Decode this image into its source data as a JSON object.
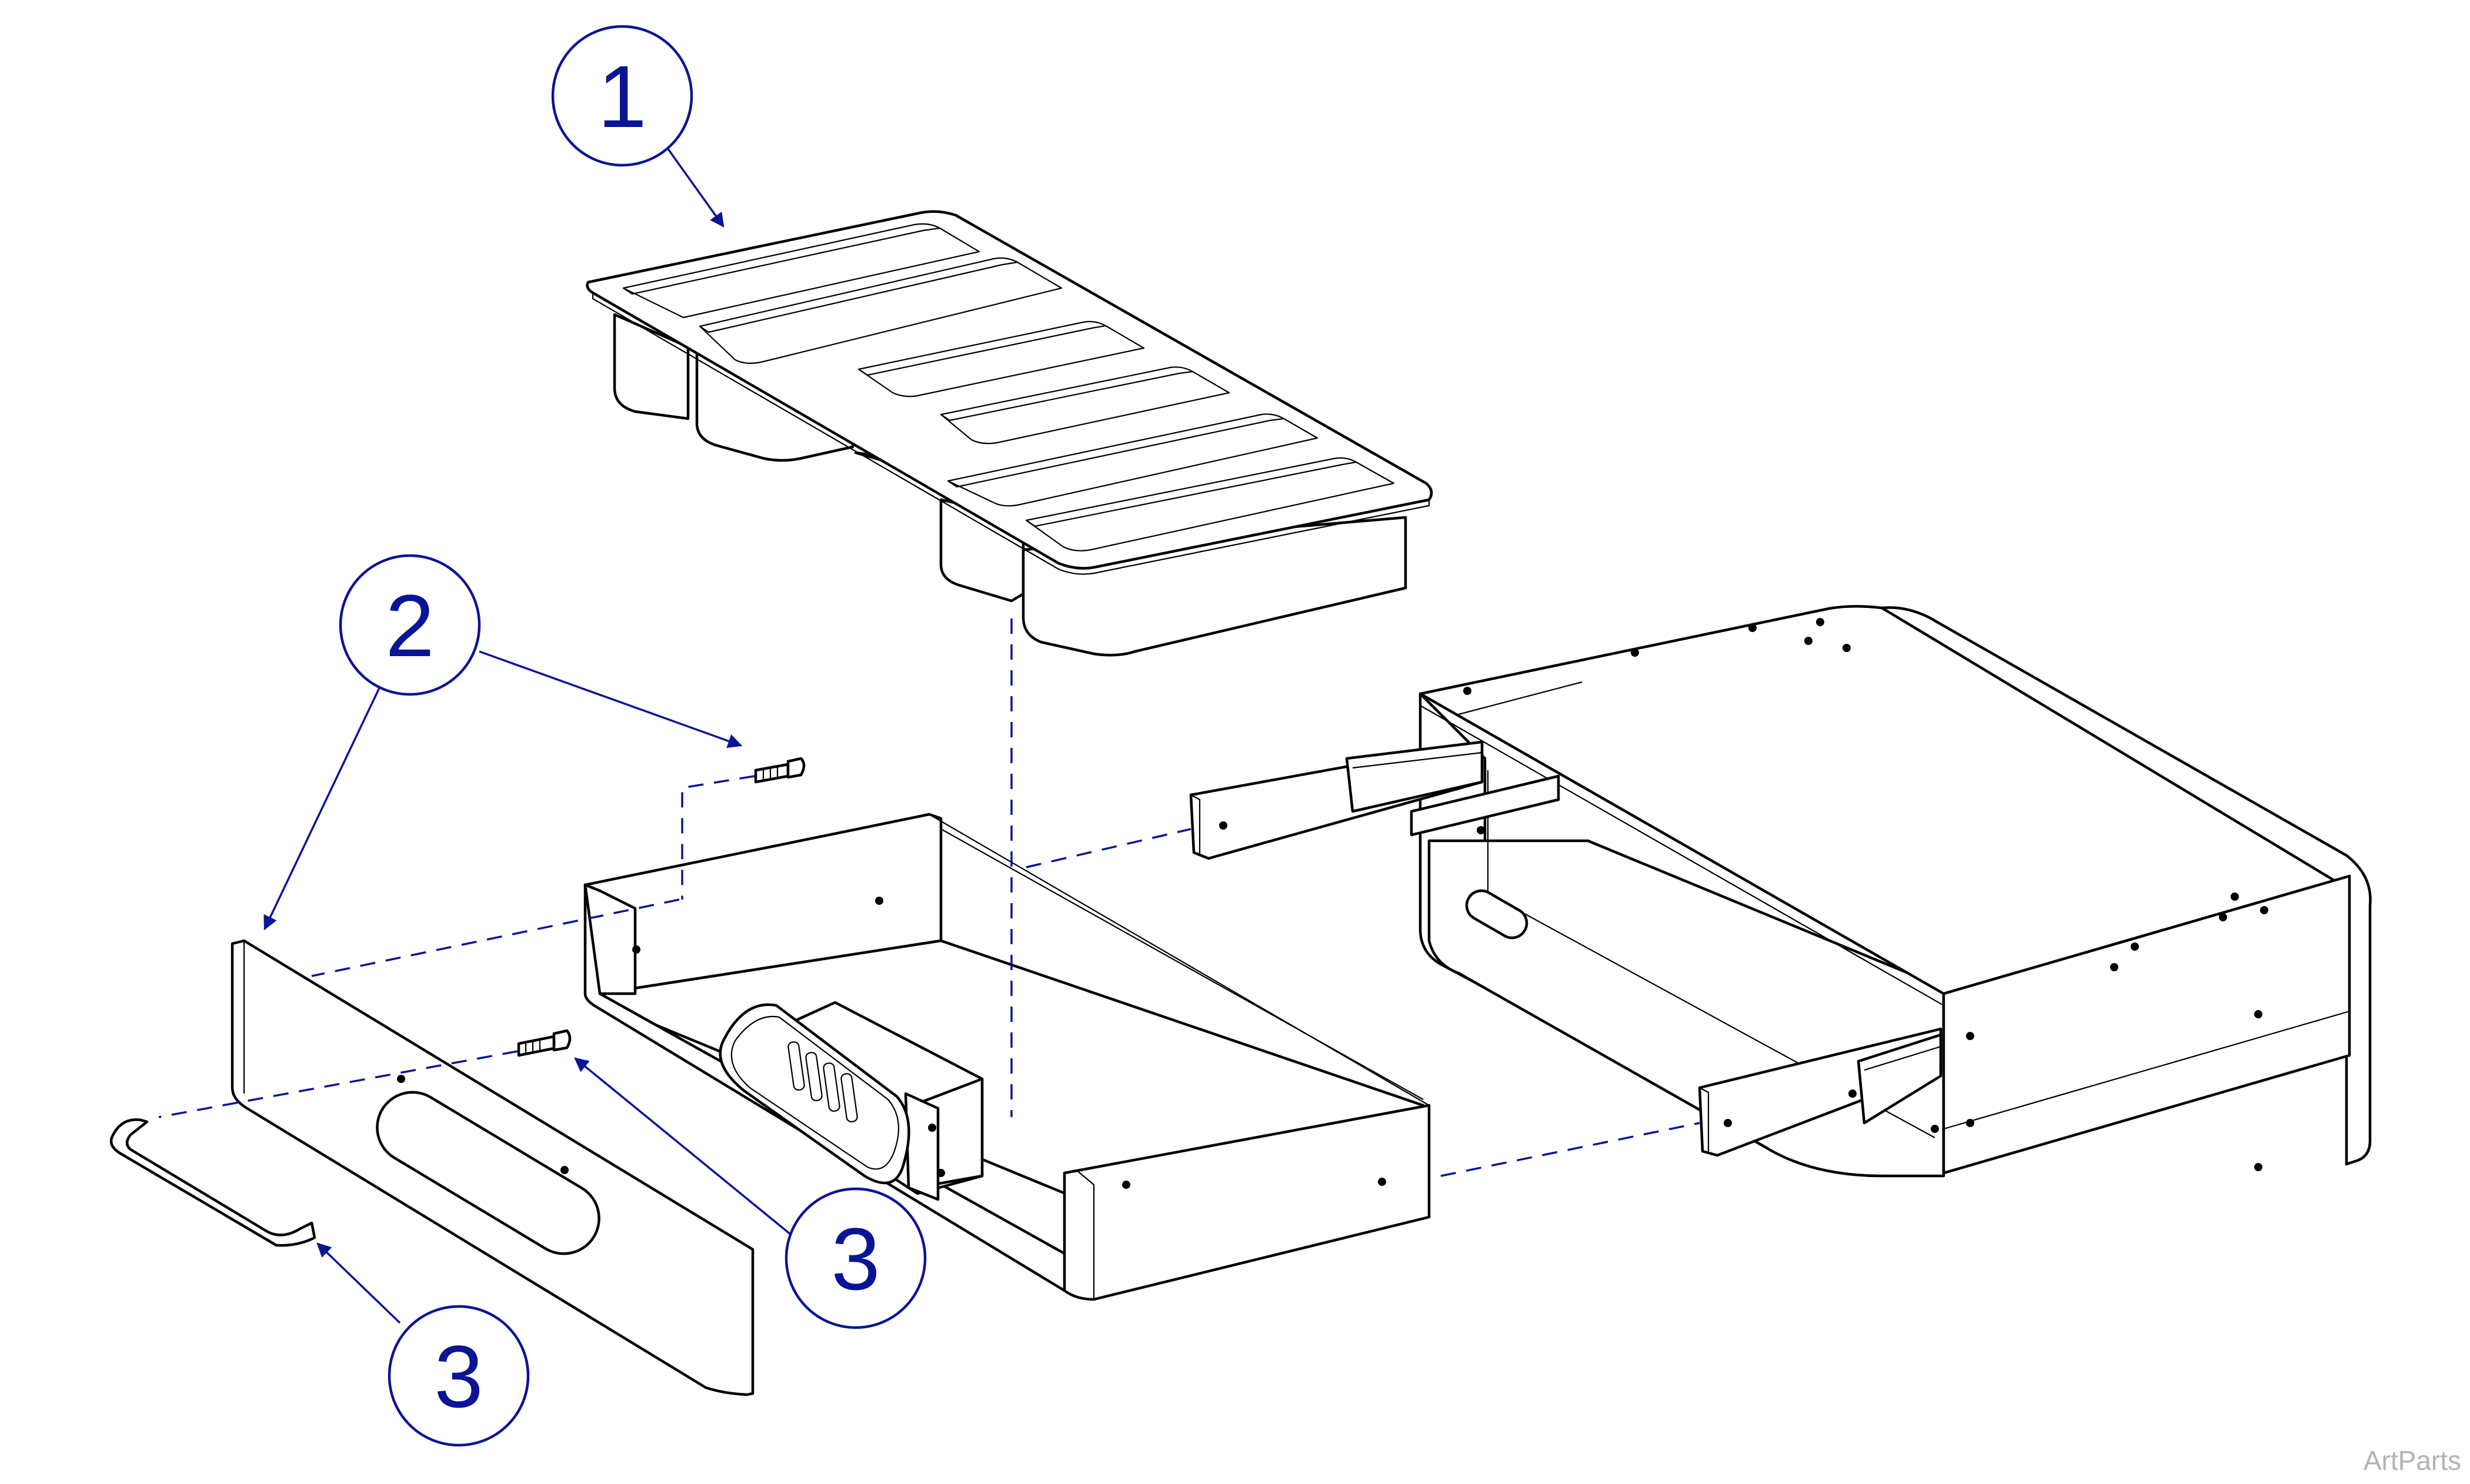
{
  "callouts": [
    {
      "id": "c1",
      "label": "1"
    },
    {
      "id": "c2",
      "label": "2"
    },
    {
      "id": "c3a",
      "label": "3"
    },
    {
      "id": "c3b",
      "label": "3"
    }
  ],
  "watermark": "ArtParts",
  "colors": {
    "callout": "#0a1496",
    "line": "#000000",
    "watermark": "#b3b3b3"
  }
}
